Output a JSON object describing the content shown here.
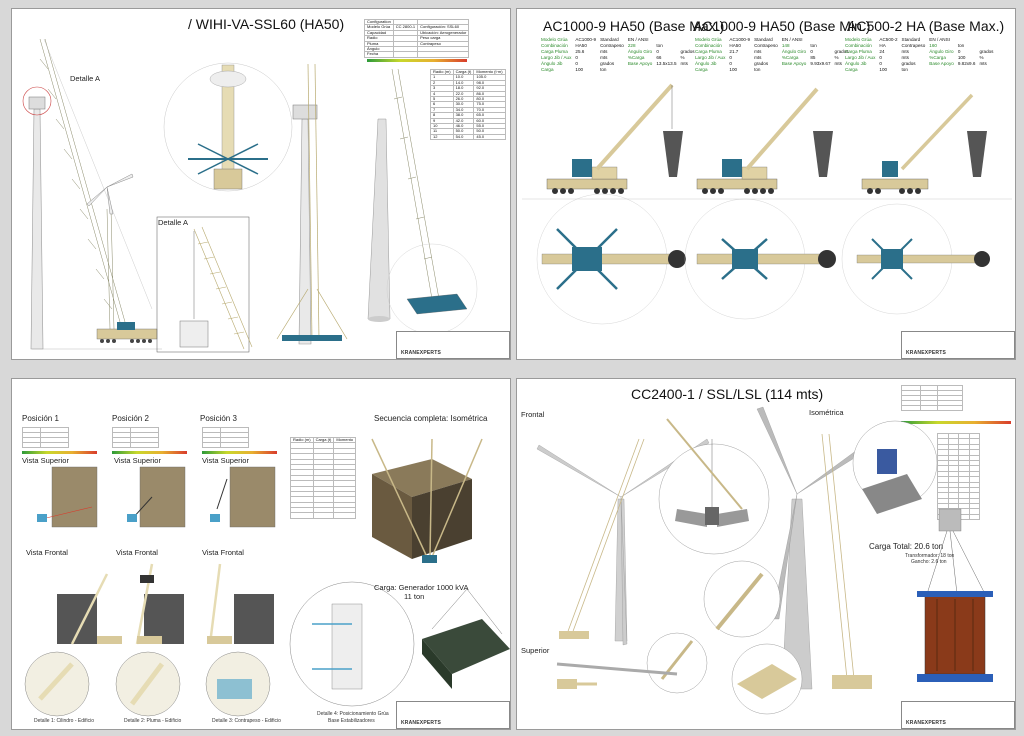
{
  "colors": {
    "crane_body": "#d8c99a",
    "crane_dark": "#2b6f8a",
    "boom": "#e6dcb4",
    "tower": "#cfcfcf",
    "dim_green": "#2a9a3a",
    "red": "#cc2222"
  },
  "sheet1": {
    "title": "/ WIHI-VA-SSL60 (HA50)",
    "detail_a": "Detalle  A",
    "detail_a_box": "Detalle  A",
    "info_table": [
      [
        "Configuration",
        "",
        ""
      ],
      [
        "Modelo Grúa",
        "CC 2800-1",
        "Configuración: SSL60"
      ],
      [
        "Capacidad",
        "",
        "Ubicación: Aerogenerador"
      ],
      [
        "Radio",
        "",
        "Peso carga"
      ],
      [
        "Pluma",
        "",
        "Contrapeso"
      ],
      [
        "Ángulo",
        "",
        ""
      ],
      [
        "Fecha",
        "",
        ""
      ]
    ],
    "load_table_head": [
      "Radio (m)",
      "",
      "Carga (t)",
      "",
      "Momento (t·m)"
    ],
    "load_table_rows": [
      [
        "1",
        "10.0",
        "",
        "105.0"
      ],
      [
        "2",
        "14.0",
        "",
        "98.0"
      ],
      [
        "3",
        "18.0",
        "",
        "92.0"
      ],
      [
        "4",
        "22.0",
        "",
        "86.0"
      ],
      [
        "5",
        "26.0",
        "",
        "80.0"
      ],
      [
        "6",
        "30.0",
        "",
        "75.0"
      ],
      [
        "7",
        "34.0",
        "",
        "70.0"
      ],
      [
        "8",
        "38.0",
        "",
        "65.0"
      ],
      [
        "9",
        "42.0",
        "",
        "60.0"
      ],
      [
        "10",
        "46.0",
        "",
        "55.0"
      ],
      [
        "11",
        "50.0",
        "",
        "50.0"
      ],
      [
        "12",
        "54.0",
        "",
        "45.0"
      ]
    ],
    "footer_logo": "KRANEXPERTS"
  },
  "sheet2": {
    "titles": [
      "AC1000-9 HA50 (Base Max.)",
      "AC1000-9 HA50 (Base Min.)",
      "AC500-2 HA (Base Max.)"
    ],
    "specs": [
      {
        "rows": [
          [
            "Modelo Grúa",
            "AC1000-9",
            "Standard",
            "EN / ANSI"
          ],
          [
            "Combinación",
            "HA50",
            "Contrapeso",
            "228",
            "ton"
          ],
          [
            "Carga Pluma",
            "25.6",
            "mts",
            "Ángulo Giro",
            "0",
            "grados"
          ],
          [
            "Largo Jib / Aux",
            "0",
            "mts",
            "%Carga",
            "66",
            "%"
          ],
          [
            "Ángulo Jib",
            "0",
            "grados",
            "Base Apoyo",
            "13.5x13.5",
            "mts"
          ],
          [
            "Carga",
            "100",
            "ton"
          ]
        ]
      },
      {
        "rows": [
          [
            "Modelo Grúa",
            "AC1000-9",
            "Standard",
            "EN / ANSI"
          ],
          [
            "Combinación",
            "HA50",
            "Contrapeso",
            "148",
            "ton"
          ],
          [
            "Carga Pluma",
            "21.7",
            "mts",
            "Ángulo Giro",
            "0",
            "grados"
          ],
          [
            "Largo Jib / Aux",
            "0",
            "mts",
            "%Carga",
            "85",
            "%"
          ],
          [
            "Ángulo Jib",
            "0",
            "grados",
            "Base Apoyo",
            "9.93x9.67",
            "mts"
          ],
          [
            "Carga",
            "100",
            "ton"
          ]
        ]
      },
      {
        "rows": [
          [
            "Modelo Grúa",
            "AC500-2",
            "Standard",
            "EN / ANSI"
          ],
          [
            "Combinación",
            "HA",
            "Contrapeso",
            "160",
            "ton"
          ],
          [
            "Carga Pluma",
            "24",
            "mts",
            "Ángulo Giro",
            "0",
            "grados"
          ],
          [
            "Largo Jib / Aux",
            "0",
            "mts",
            "%Carga",
            "100",
            "%"
          ],
          [
            "Ángulo Jib",
            "0",
            "grados",
            "Base Apoyo",
            "9.82x9.6",
            "mts"
          ],
          [
            "Carga",
            "100",
            "ton"
          ]
        ]
      }
    ],
    "footer_logo": "KRANEXPERTS"
  },
  "sheet3": {
    "pos_titles": [
      "Posición 1",
      "Posición 2",
      "Posición 3"
    ],
    "iso_title": "Secuencia completa: Isométrica",
    "vista_superior": [
      "Vista Superior",
      "Vista Superior",
      "Vista Superior"
    ],
    "vista_frontal": [
      "Vista Frontal",
      "Vista Frontal",
      "Vista Frontal"
    ],
    "cargo_label": "Carga: Generador 1000 kVA",
    "cargo_weight": "11 ton",
    "details": [
      "Detalle 1: Cilindro - Edificio",
      "Detalle 2: Pluma - Edificio",
      "Detalle 3: Contrapeso - Edificio",
      "Detalle 4: Posicionamiento Grúa"
    ],
    "detail4_sub": "Base Estabilizadores",
    "load_table_head": [
      "Radio (m)",
      "",
      "Carga (t)",
      "",
      "Momento"
    ],
    "load_rows": 14,
    "footer_logo": "KRANEXPERTS"
  },
  "sheet4": {
    "title": "CC2400-1 / SSL/LSL (114 mts)",
    "frontal": "Frontal",
    "isometrica": "Isométrica",
    "superior": "Superior",
    "carga_total": "Carga Total: 20.6 ton",
    "transformador": "Transformador: 18 ton",
    "gancho": "Gancho: 2.6 ton",
    "footer_logo": "KRANEXPERTS"
  }
}
